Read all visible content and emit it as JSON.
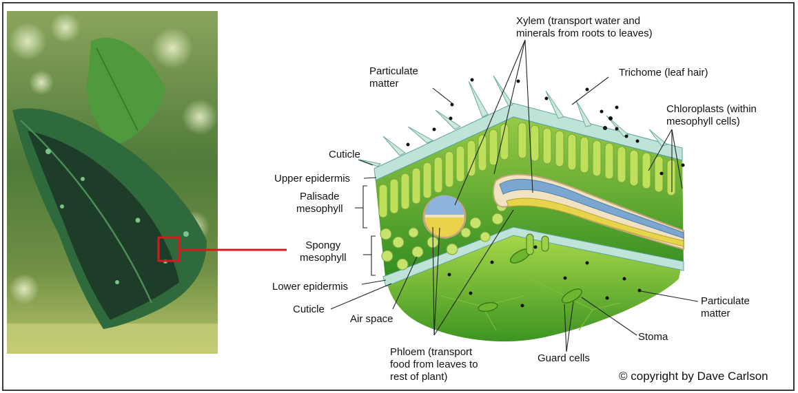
{
  "labels": {
    "xylem": "Xylem (transport water and\nminerals from roots to leaves)",
    "particulate_top": "Particulate\nmatter",
    "trichome": "Trichome (leaf hair)",
    "chloroplasts": "Chloroplasts (within\nmesophyll cells)",
    "cuticle_top": "Cuticle",
    "upper_epidermis": "Upper epidermis",
    "palisade": "Palisade\nmesophyll",
    "spongy": "Spongy\nmesophyll",
    "lower_epidermis": "Lower epidermis",
    "cuticle_bottom": "Cuticle",
    "air_space": "Air space",
    "phloem": "Phloem (transport\nfood from leaves to\nrest of plant)",
    "guard_cells": "Guard cells",
    "stoma": "Stoma",
    "particulate_bottom": "Particulate\nmatter"
  },
  "copyright": "© copyright by Dave Carlson",
  "colors": {
    "highlight_box": "#d7191c",
    "leaf_dark": "#1f3d2a",
    "leaf_green": "#3f8a4a",
    "cell_green": "#a9d24b",
    "epidermis": "#bfe3d9",
    "xylem_blue": "#7aa6cf",
    "phloem_yellow": "#e8d44a"
  }
}
